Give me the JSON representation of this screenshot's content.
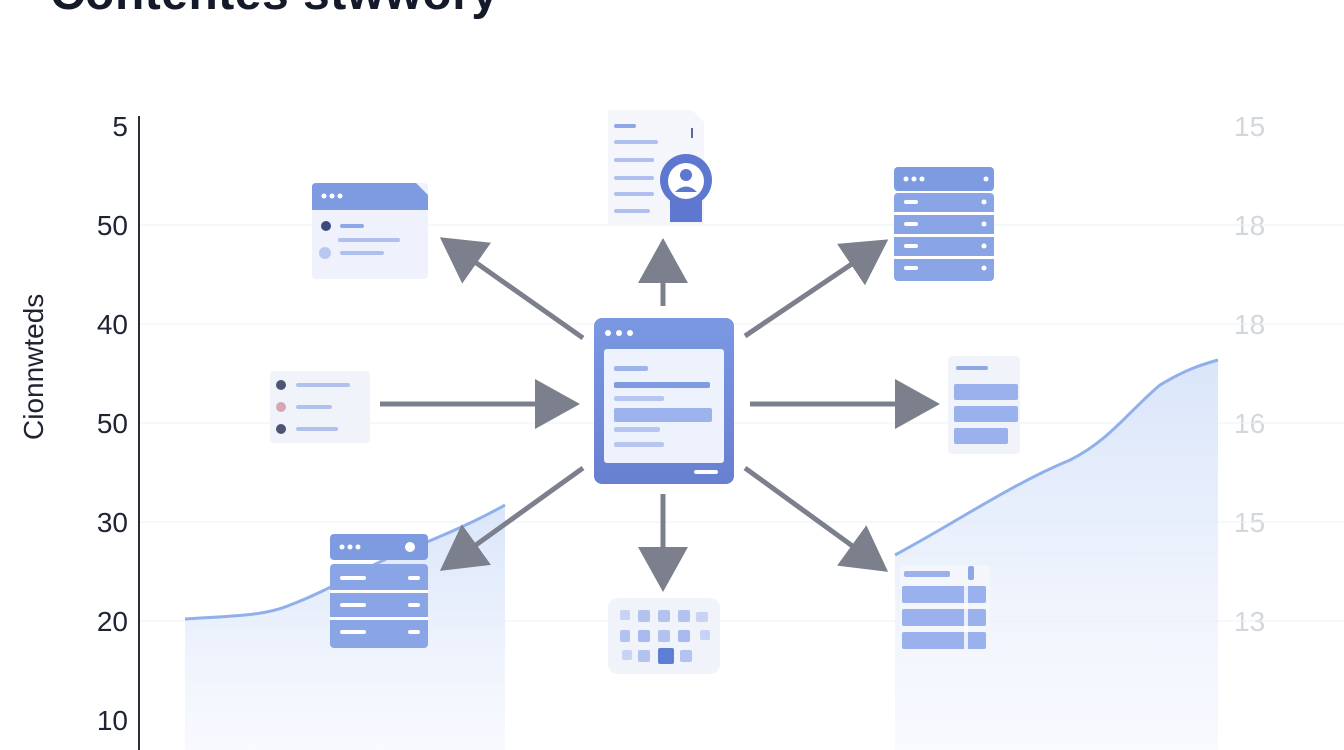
{
  "title": "Contentes stwwory",
  "y_axis_label": "Cionnwteds",
  "left_ticks": [
    "5",
    "50",
    "40",
    "50",
    "30",
    "20",
    "10"
  ],
  "right_ticks": [
    "15",
    "18",
    "18",
    "16",
    "15",
    "13"
  ],
  "colors": {
    "accent": "#6f8fd9",
    "card_fill": "#eef1fb",
    "arrow": "#7c808c",
    "area": "#dbe6fa",
    "hub_border": "#6b86d6"
  },
  "nodes": [
    {
      "id": "hub",
      "icon": "browser-window-icon"
    },
    {
      "id": "top",
      "icon": "user-document-icon"
    },
    {
      "id": "top-left",
      "icon": "browser-list-icon"
    },
    {
      "id": "top-right",
      "icon": "server-stack-icon"
    },
    {
      "id": "left",
      "icon": "checklist-icon"
    },
    {
      "id": "right",
      "icon": "stacked-bars-icon"
    },
    {
      "id": "bottom-left",
      "icon": "server-stack-icon"
    },
    {
      "id": "bottom",
      "icon": "grid-calendar-icon"
    },
    {
      "id": "bottom-right",
      "icon": "table-list-icon"
    }
  ]
}
